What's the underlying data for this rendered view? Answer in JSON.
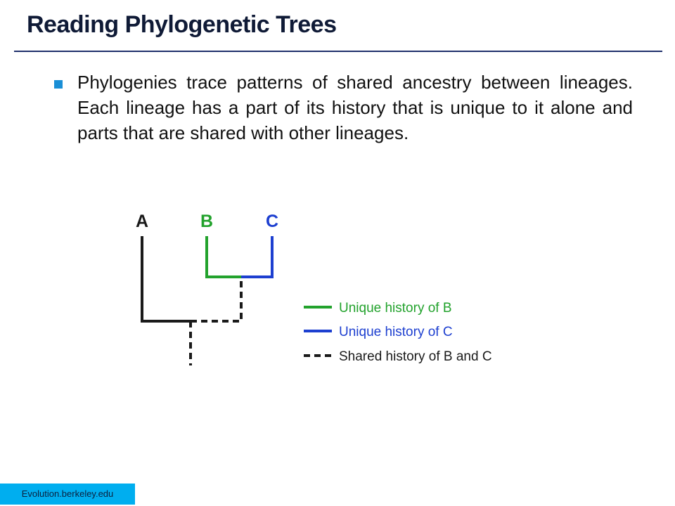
{
  "slide": {
    "title": "Reading Phylogenetic Trees",
    "bullet_text": "Phylogenies trace patterns of shared ancestry between lineages. Each lineage has a part of its history that is unique to it alone and parts that are shared with other lineages.",
    "source": "Evolution.berkeley.edu"
  },
  "tree": {
    "tips": [
      {
        "label": "A",
        "color": "#1a1a1a"
      },
      {
        "label": "B",
        "color": "#22a22c"
      },
      {
        "label": "C",
        "color": "#1d3fd0"
      }
    ],
    "legend": [
      {
        "label": "Unique history of B",
        "color": "#22a22c",
        "line": "solid"
      },
      {
        "label": "Unique history of C",
        "color": "#1d3fd0",
        "line": "solid"
      },
      {
        "label": "Shared history of B and C",
        "color": "#1a1a1a",
        "line": "dashed"
      }
    ]
  },
  "colors": {
    "title_text": "#0f1a36",
    "title_rule": "#1f2f6b",
    "bullet": "#1a8fd6",
    "badge_background": "#00aeef"
  }
}
